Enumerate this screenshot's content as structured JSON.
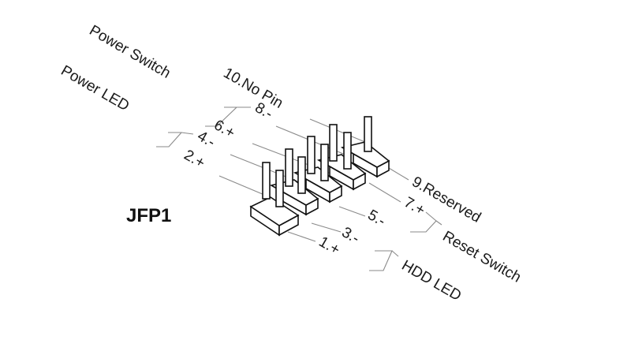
{
  "header": {
    "name": "JFP1"
  },
  "groups": {
    "power_switch": "Power Switch",
    "power_led": "Power LED",
    "reserved": "9.Reserved",
    "reset_switch": "Reset Switch",
    "hdd_led": "HDD LED"
  },
  "pins": {
    "p10": "10.No Pin",
    "p8": "8.-",
    "p6": "6.+",
    "p4": "4.-",
    "p2": "2.+",
    "p7": "7.+",
    "p5": "5.-",
    "p3": "3.-",
    "p1": "1.+"
  },
  "colors": {
    "line": "#8a8a8a",
    "text": "#1a1a1a",
    "outline": "#111111"
  }
}
